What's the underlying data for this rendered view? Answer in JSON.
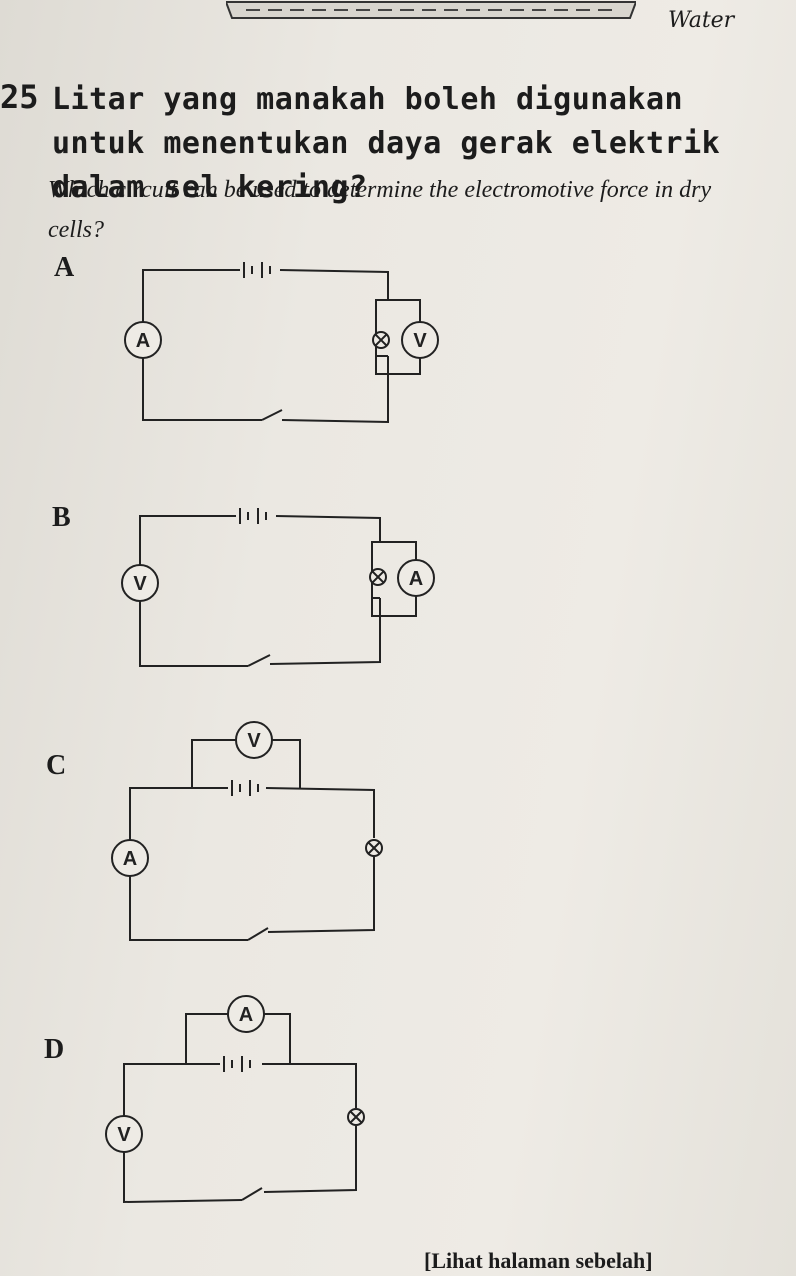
{
  "header": {
    "water_label": "Water"
  },
  "question": {
    "number": "25",
    "text_malay": "Litar yang manakah boleh digunakan untuk menentukan daya gerak elektrik dalam sel kering?",
    "text_english": "Which circuit can be used to determine the electromotive force in dry cells?"
  },
  "options": [
    {
      "label": "A",
      "meter_left": "A",
      "meter_right": "V"
    },
    {
      "label": "B",
      "meter_left": "V",
      "meter_right": "A"
    },
    {
      "label": "C",
      "meter_top": "V",
      "meter_left": "A"
    },
    {
      "label": "D",
      "meter_top": "A",
      "meter_left": "V"
    }
  ],
  "footer": {
    "text": "[Lihat halaman sebelah]"
  }
}
